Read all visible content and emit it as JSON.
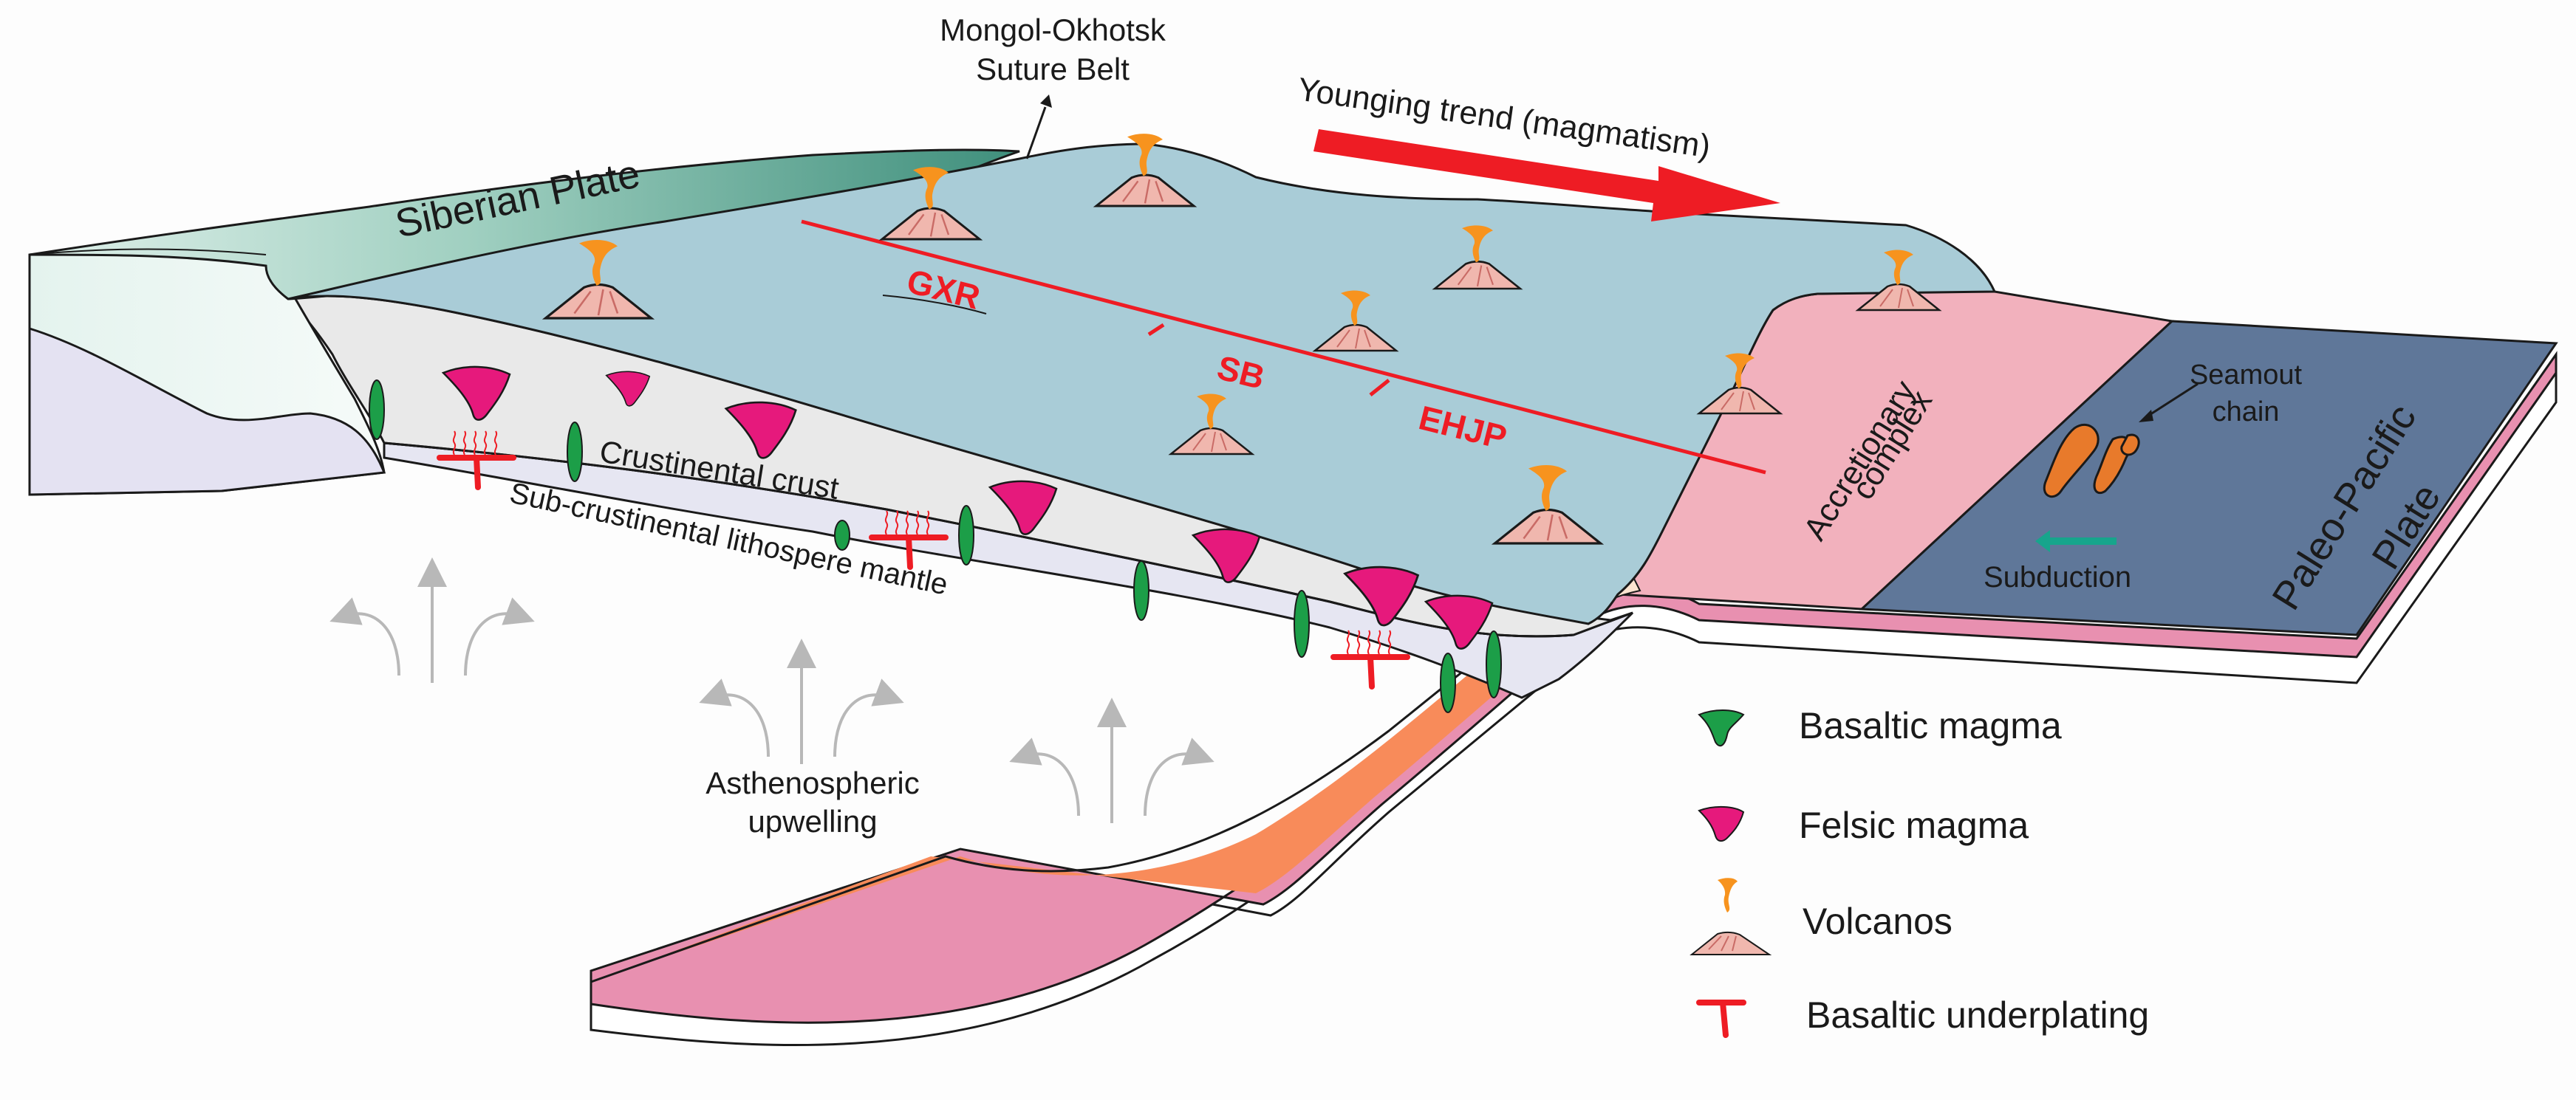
{
  "diagram": {
    "plates": {
      "siberian": "Siberian Plate",
      "paleo_pacific_line1": "Paleo-Pacific",
      "paleo_pacific_line2": "Plate"
    },
    "suture": {
      "line1": "Mongol-Okhotsk",
      "line2": "Suture Belt"
    },
    "younging_trend": "Younging trend (magmatism)",
    "zones": {
      "gxr": "GXR",
      "sb": "SB",
      "ehjp": "EHJP"
    },
    "accretionary": {
      "line1": "Accretionary",
      "line2": "complex"
    },
    "seamount": {
      "line1": "Seamout",
      "line2": "chain"
    },
    "subduction": "Subduction",
    "crust": "Crustinental crust",
    "mantle": "Sub-crustinental lithospere mantle",
    "asthenosphere": {
      "line1": "Asthenospheric",
      "line2": "upwelling"
    }
  },
  "legend": [
    {
      "icon": "basaltic-magma-icon",
      "label": "Basaltic magma"
    },
    {
      "icon": "felsic-magma-icon",
      "label": "Felsic magma"
    },
    {
      "icon": "volcano-icon",
      "label": "Volcanos"
    },
    {
      "icon": "basaltic-underplating-icon",
      "label": "Basaltic underplating"
    }
  ],
  "colors": {
    "plateau": "#a9ccd7",
    "siberian": "#4f9a88",
    "crust": "#e9e9e9",
    "mantle": "#e6e6f2",
    "accretionary": "#f2b1bd",
    "ocean": "#5f7799",
    "slab": "#f88b5a",
    "basaltic": "#1c9e48",
    "felsic": "#e6197c",
    "volcano_cone": "#f0b7ae",
    "volcano_plume": "#f7931e",
    "underplating": "#ee1c24",
    "younging_arrow": "#ee1c24",
    "subduction_arrow": "#17a58c"
  }
}
